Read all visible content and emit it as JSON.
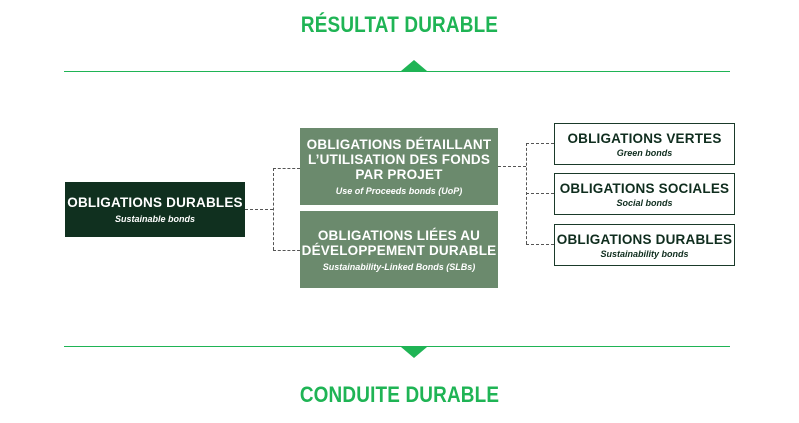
{
  "colors": {
    "accent_green": "#1fb455",
    "dark_green": "#10301f",
    "mid_green": "#6b8a6d",
    "light_border": "#1a3a2a"
  },
  "top_heading": "RÉSULTAT DURABLE",
  "bottom_heading": "CONDUITE DURABLE",
  "root": {
    "title": "OBLIGATIONS DURABLES",
    "subtitle": "Sustainable bonds"
  },
  "categories": [
    {
      "title": "OBLIGATIONS DÉTAILLANT L’UTILISATION DES FONDS PAR PROJET",
      "subtitle": "Use of Proceeds bonds (UoP)"
    },
    {
      "title": "OBLIGATIONS LIÉES AU DÉVELOPPEMENT DURABLE",
      "subtitle": "Sustainability-Linked Bonds (SLBs)"
    }
  ],
  "types": [
    {
      "title": "OBLIGATIONS VERTES",
      "subtitle": "Green bonds"
    },
    {
      "title": "OBLIGATIONS SOCIALES",
      "subtitle": "Social bonds"
    },
    {
      "title": "OBLIGATIONS DURABLES",
      "subtitle": "Sustainability bonds"
    }
  ]
}
